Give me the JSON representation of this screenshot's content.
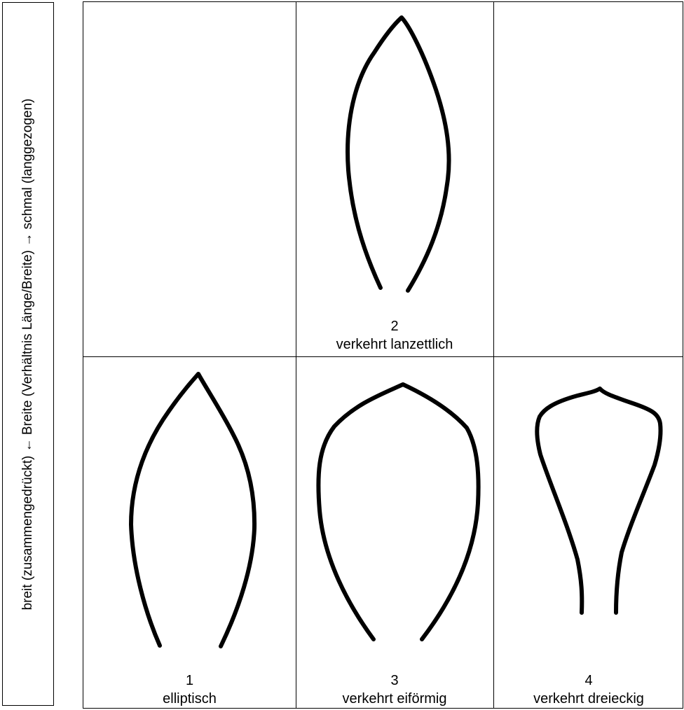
{
  "side_label": "breit (zusammengedrückt) ← Breite (Verhältnis Länge/Breite) → schmal (langgezogen)",
  "shapes": [
    {
      "number": "2",
      "name": "verkehrt lanzettlich"
    },
    {
      "number": "1",
      "name": "elliptisch"
    },
    {
      "number": "3",
      "name": "verkehrt eiförmig"
    },
    {
      "number": "4",
      "name": "verkehrt dreieckig"
    }
  ]
}
